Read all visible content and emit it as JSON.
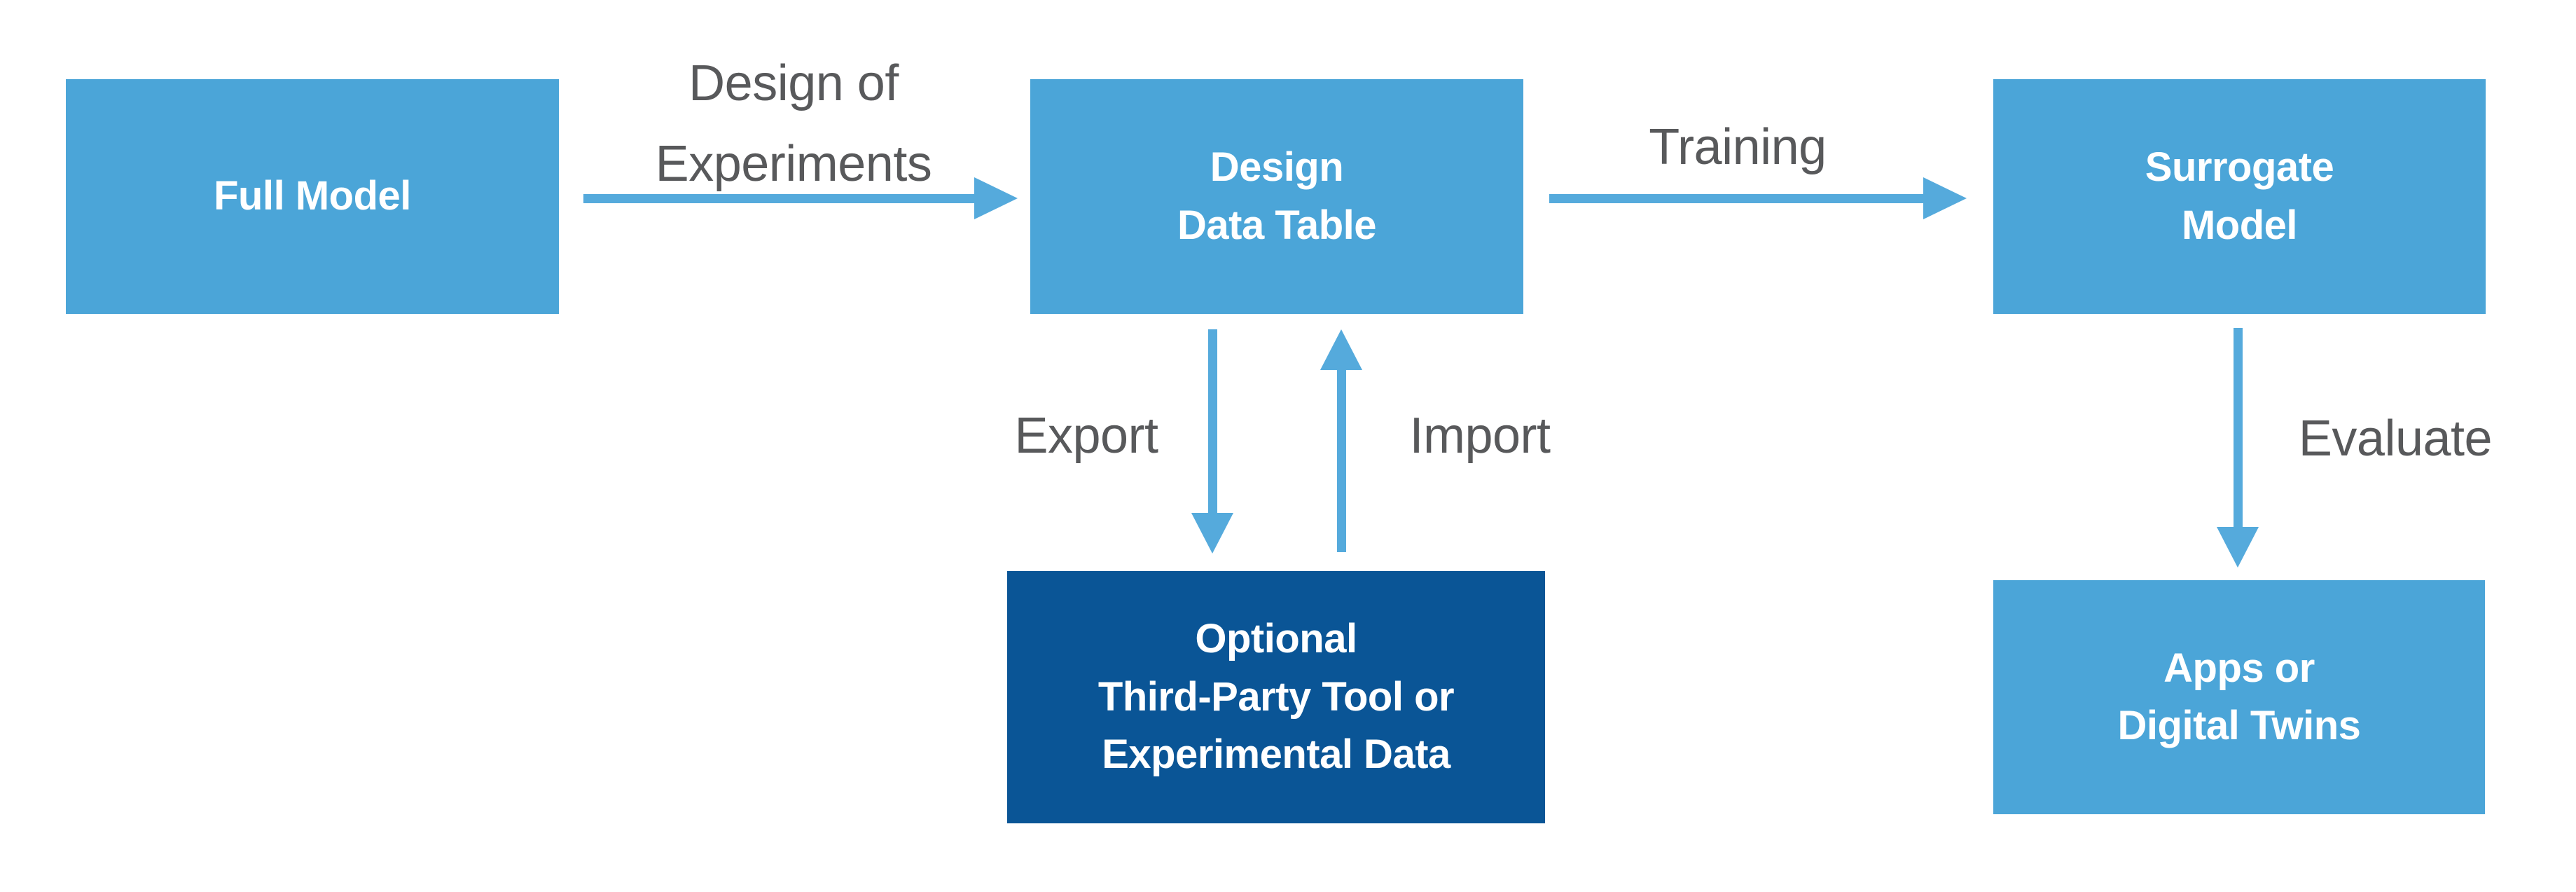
{
  "colors": {
    "box_light": "#4BA5D8",
    "box_dark": "#0A5596",
    "arrow": "#55AADC",
    "label_gray": "#58595B",
    "box_text": "#FFFFFF",
    "background": "#FFFFFF"
  },
  "nodes": {
    "full_model": {
      "lines": [
        "Full Model"
      ]
    },
    "design_data_table": {
      "lines": [
        "Design",
        "Data Table"
      ]
    },
    "surrogate_model": {
      "lines": [
        "Surrogate",
        "Model"
      ]
    },
    "third_party_tool": {
      "lines": [
        "Optional",
        "Third-Party Tool or",
        "Experimental Data"
      ]
    },
    "apps_digital_twins": {
      "lines": [
        "Apps or",
        "Digital Twins"
      ]
    }
  },
  "edges": [
    {
      "id": "design-of-experiments",
      "from": "full_model",
      "to": "design_data_table",
      "direction": "right",
      "label_lines": [
        "Design of",
        "Experiments"
      ]
    },
    {
      "id": "training",
      "from": "design_data_table",
      "to": "surrogate_model",
      "direction": "right",
      "label": "Training"
    },
    {
      "id": "export",
      "from": "design_data_table",
      "to": "third_party_tool",
      "direction": "down",
      "label": "Export"
    },
    {
      "id": "import",
      "from": "third_party_tool",
      "to": "design_data_table",
      "direction": "up",
      "label": "Import"
    },
    {
      "id": "evaluate",
      "from": "surrogate_model",
      "to": "apps_digital_twins",
      "direction": "down",
      "label": "Evaluate"
    }
  ]
}
